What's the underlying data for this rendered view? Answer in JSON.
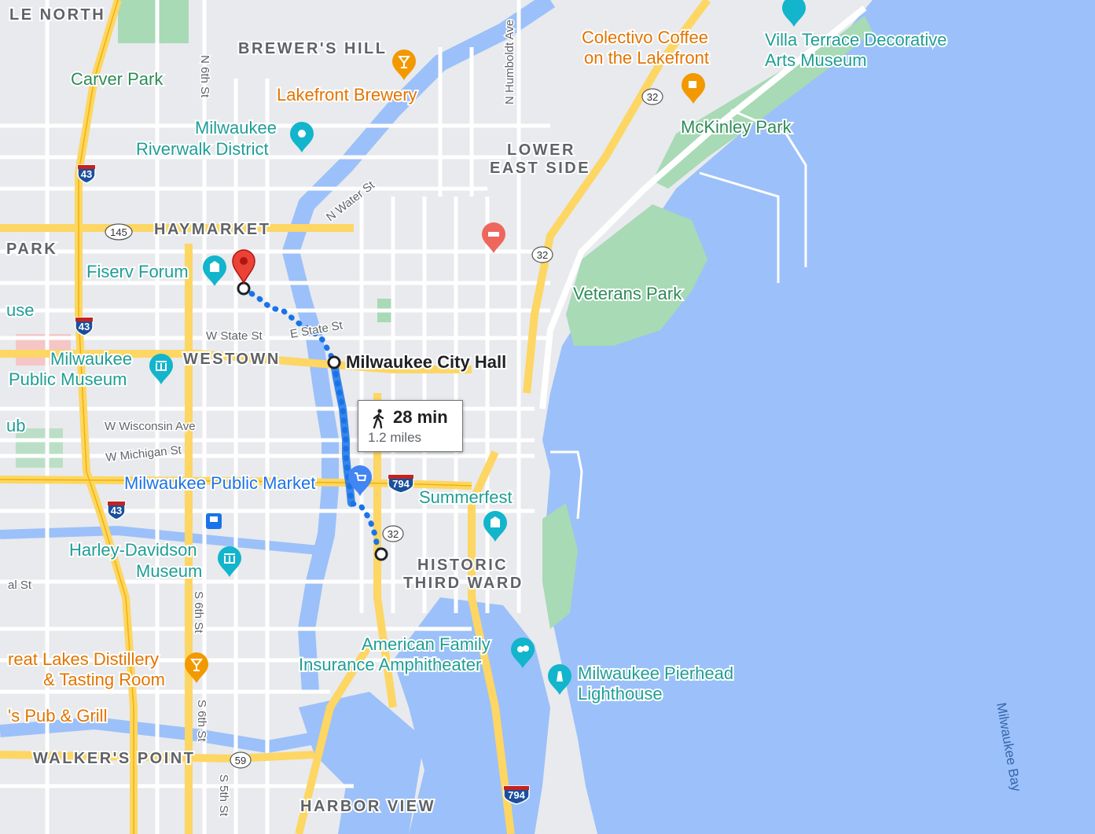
{
  "map": {
    "colors": {
      "land": "#e8eaed",
      "water": "#9cc0f9",
      "park": "#a8dab5",
      "highway": "#fdd663",
      "route": "#1a73e8",
      "destination_pin": "#ea4335"
    },
    "districts": {
      "north": "LE NORTH",
      "brewers_hill": "BREWER'S HILL",
      "lower_east_side_1": "LOWER",
      "lower_east_side_2": "EAST SIDE",
      "haymarket": "HAYMARKET",
      "park": "PARK",
      "westown": "WESTOWN",
      "historic_1": "HISTORIC",
      "historic_2": "THIRD WARD",
      "walkers_point": "WALKER'S POINT",
      "harbor_view": "HARBOR VIEW"
    },
    "streets": {
      "n6th": "N 6th St",
      "nhumboldt": "N Humboldt Ave",
      "nwater": "N Water St",
      "wstate": "W State St",
      "estate": "E State St",
      "wisconsin": "W Wisconsin Ave",
      "michigan": "W Michigan St",
      "s6th_1": "S 6th St",
      "s6th_2": "S 6th St",
      "s5th": "S 5th St",
      "al_st": "al St",
      "milwaukee_bay": "Milwaukee Bay"
    },
    "pois": {
      "carver_park": "Carver Park",
      "lakefront_brewery": "Lakefront Brewery",
      "riverwalk_1": "Milwaukee",
      "riverwalk_2": "Riverwalk District",
      "colectivo_1": "Colectivo Coffee",
      "colectivo_2": "on the Lakefront",
      "villa_1": "Villa Terrace Decorative",
      "villa_2": "Arts Museum",
      "mckinley": "McKinley Park",
      "fiserv": "Fiserv Forum",
      "veterans": "Veterans Park",
      "use": "use",
      "museum_1": "Milwaukee",
      "museum_2": "Public Museum",
      "ub": "ub",
      "city_hall": "Milwaukee City Hall",
      "public_market": "Milwaukee Public Market",
      "summerfest": "Summerfest",
      "harley_1": "Harley-Davidson",
      "harley_2": "Museum",
      "amphitheater_1": "American Family",
      "amphitheater_2": "Insurance Amphitheater",
      "pierhead_1": "Milwaukee Pierhead",
      "pierhead_2": "Lighthouse",
      "distillery_1": "reat Lakes Distillery",
      "distillery_2": "& Tasting Room",
      "pub": "'s Pub & Grill"
    },
    "shields": {
      "i43_a": "43",
      "i43_b": "43",
      "i43_c": "43",
      "i794_a": "794",
      "i794_b": "794",
      "s32_a": "32",
      "s32_b": "32",
      "s32_c": "32",
      "s145": "145",
      "s59": "59"
    },
    "walk": {
      "duration": "28 min",
      "distance": "1.2 miles"
    }
  }
}
